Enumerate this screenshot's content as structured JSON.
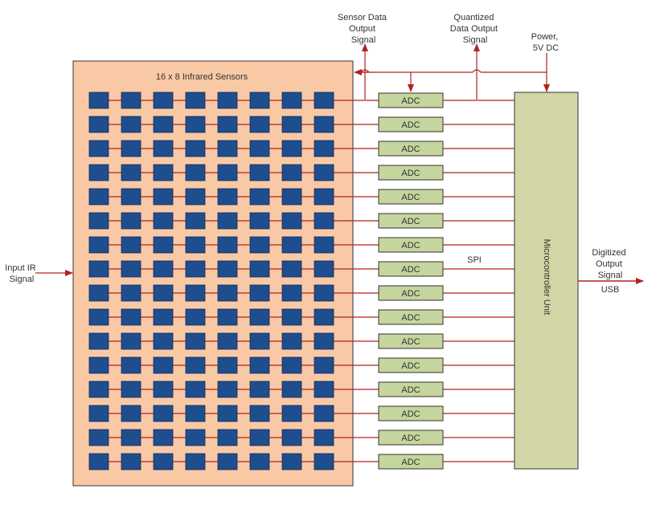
{
  "colors": {
    "sensor_array_fill": "#f9c9a6",
    "sensor_fill": "#1f4e8e",
    "adc_fill": "#c4d59e",
    "mcu_fill": "#d4d6a6",
    "wire": "#b22222",
    "outline": "#333333"
  },
  "sensor_array": {
    "title": "16 x 8 Infrared Sensors",
    "rows": 16,
    "columns": 8
  },
  "adc": {
    "label": "ADC",
    "count": 16
  },
  "mcu": {
    "label": "Microcontroller Unit"
  },
  "labels": {
    "sensor_output": [
      "Sensor Data",
      "Output",
      "Signal"
    ],
    "quantized_output": [
      "Quantized",
      "Data Output",
      "Signal"
    ],
    "power": [
      "Power,",
      "5V DC"
    ],
    "input": [
      "Input IR",
      "Signal"
    ],
    "digitized_output": [
      "Digitized",
      "Output",
      "Signal"
    ],
    "usb": "USB",
    "spi": "SPI"
  }
}
